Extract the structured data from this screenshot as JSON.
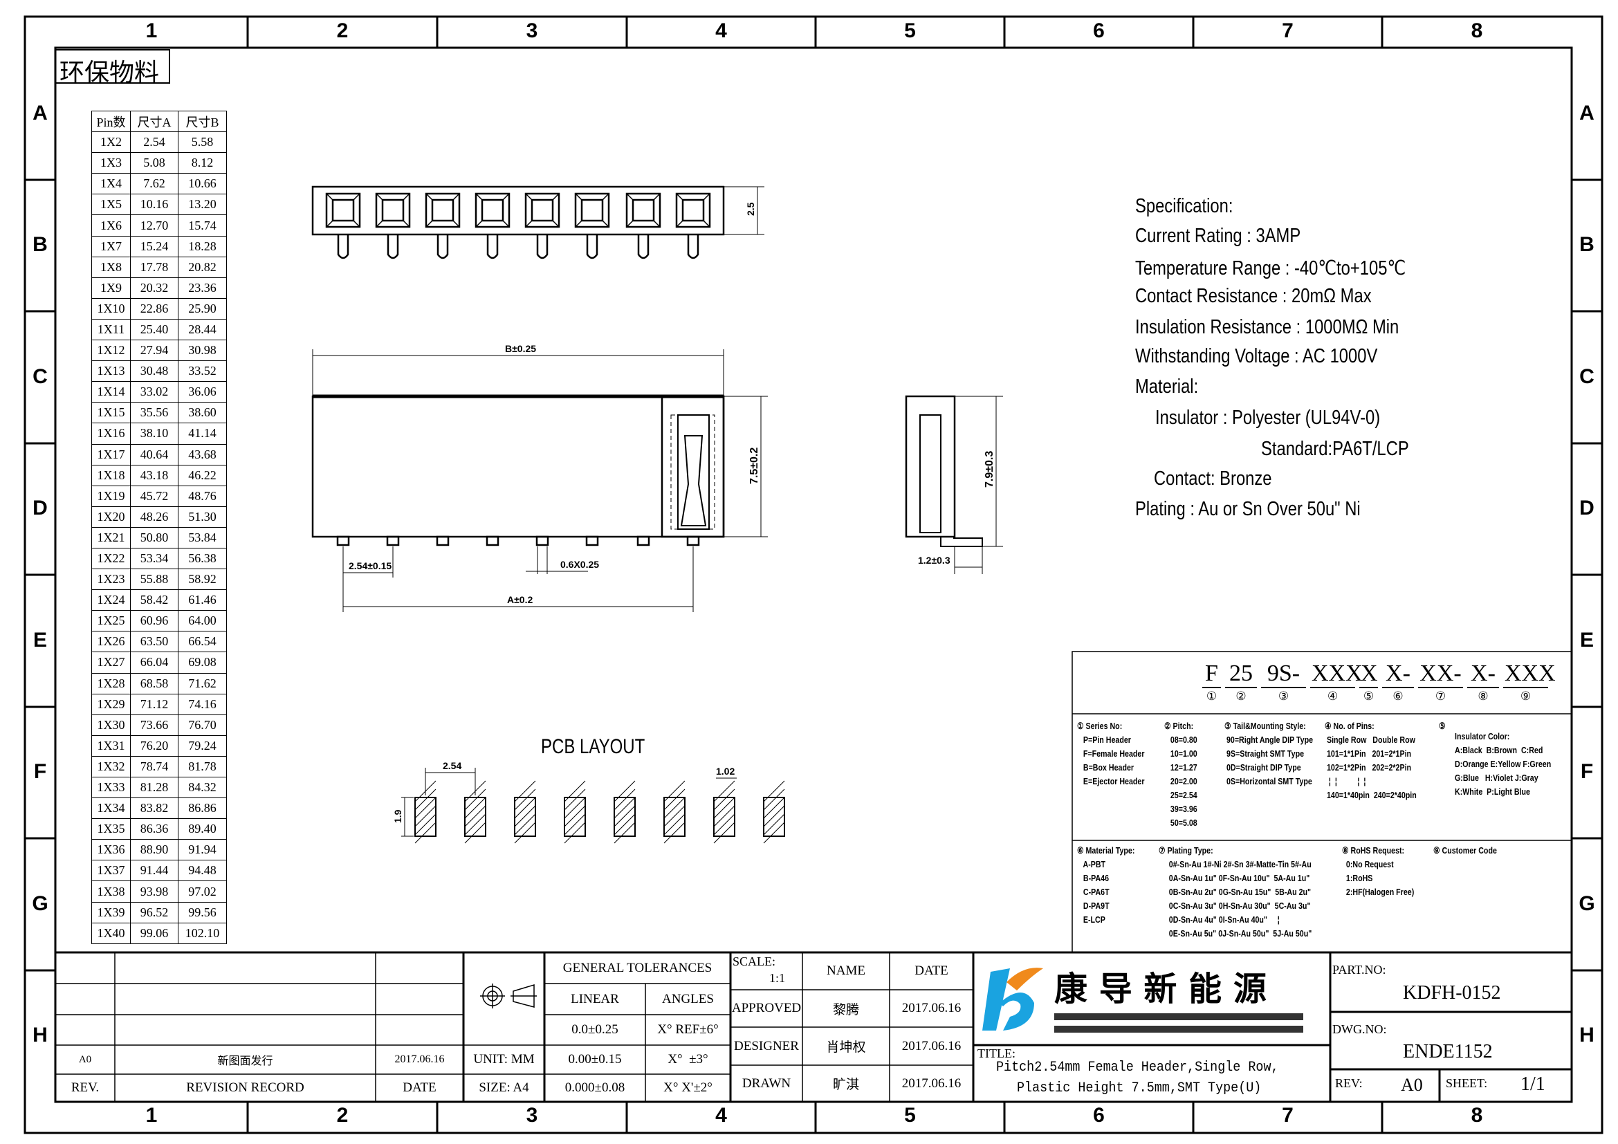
{
  "grid": {
    "columns": [
      "1",
      "2",
      "3",
      "4",
      "5",
      "6",
      "7",
      "8"
    ],
    "rows": [
      "A",
      "B",
      "C",
      "D",
      "E",
      "F",
      "G",
      "H"
    ]
  },
  "eco_label": "环保物料",
  "pin_table": {
    "headers": [
      "Pin数",
      "尺寸A",
      "尺寸B"
    ],
    "rows": [
      [
        "1X2",
        "2.54",
        "5.58"
      ],
      [
        "1X3",
        "5.08",
        "8.12"
      ],
      [
        "1X4",
        "7.62",
        "10.66"
      ],
      [
        "1X5",
        "10.16",
        "13.20"
      ],
      [
        "1X6",
        "12.70",
        "15.74"
      ],
      [
        "1X7",
        "15.24",
        "18.28"
      ],
      [
        "1X8",
        "17.78",
        "20.82"
      ],
      [
        "1X9",
        "20.32",
        "23.36"
      ],
      [
        "1X10",
        "22.86",
        "25.90"
      ],
      [
        "1X11",
        "25.40",
        "28.44"
      ],
      [
        "1X12",
        "27.94",
        "30.98"
      ],
      [
        "1X13",
        "30.48",
        "33.52"
      ],
      [
        "1X14",
        "33.02",
        "36.06"
      ],
      [
        "1X15",
        "35.56",
        "38.60"
      ],
      [
        "1X16",
        "38.10",
        "41.14"
      ],
      [
        "1X17",
        "40.64",
        "43.68"
      ],
      [
        "1X18",
        "43.18",
        "46.22"
      ],
      [
        "1X19",
        "45.72",
        "48.76"
      ],
      [
        "1X20",
        "48.26",
        "51.30"
      ],
      [
        "1X21",
        "50.80",
        "53.84"
      ],
      [
        "1X22",
        "53.34",
        "56.38"
      ],
      [
        "1X23",
        "55.88",
        "58.92"
      ],
      [
        "1X24",
        "58.42",
        "61.46"
      ],
      [
        "1X25",
        "60.96",
        "64.00"
      ],
      [
        "1X26",
        "63.50",
        "66.54"
      ],
      [
        "1X27",
        "66.04",
        "69.08"
      ],
      [
        "1X28",
        "68.58",
        "71.62"
      ],
      [
        "1X29",
        "71.12",
        "74.16"
      ],
      [
        "1X30",
        "73.66",
        "76.70"
      ],
      [
        "1X31",
        "76.20",
        "79.24"
      ],
      [
        "1X32",
        "78.74",
        "81.78"
      ],
      [
        "1X33",
        "81.28",
        "84.32"
      ],
      [
        "1X34",
        "83.82",
        "86.86"
      ],
      [
        "1X35",
        "86.36",
        "89.40"
      ],
      [
        "1X36",
        "88.90",
        "91.94"
      ],
      [
        "1X37",
        "91.44",
        "94.48"
      ],
      [
        "1X38",
        "93.98",
        "97.02"
      ],
      [
        "1X39",
        "96.52",
        "99.56"
      ],
      [
        "1X40",
        "99.06",
        "102.10"
      ]
    ]
  },
  "dims": {
    "top_height": "2.5",
    "b_len": "B±0.25",
    "height": "7.5±0.2",
    "pitch": "2.54±0.15",
    "pin_size": "0.6X0.25",
    "a_len": "A±0.2",
    "side_height": "7.9±0.3",
    "foot": "1.2±0.3",
    "pcb_pitch": "2.54",
    "pcb_width": "1.02",
    "pcb_len": "1.9"
  },
  "pcb_title": "PCB LAYOUT",
  "spec": {
    "title": "Specification:",
    "current": "Current Rating : 3AMP",
    "temp": "Temperature Range : -40℃to+105℃",
    "contact_res": "Contact Resistance : 20mΩ Max",
    "insul_res": "Insulation Resistance : 1000MΩ Min",
    "voltage": "Withstanding Voltage : AC 1000V",
    "material": "Material:",
    "insulator": "Insulator : Polyester (UL94V-0)",
    "standard": "Standard:PA6T/LCP",
    "contact": "Contact: Bronze",
    "plating": "Plating : Au or Sn Over 50u\" Ni"
  },
  "part_code": {
    "segments": [
      {
        "v": "F",
        "n": "①"
      },
      {
        "v": "25",
        "n": "②"
      },
      {
        "v": "9S-",
        "n": "③"
      },
      {
        "v": "XXX",
        "n": "④"
      },
      {
        "v": "X",
        "n": "⑤"
      },
      {
        "v": "X-",
        "n": "⑥"
      },
      {
        "v": "XX-",
        "n": "⑦"
      },
      {
        "v": "X-",
        "n": "⑧"
      },
      {
        "v": "XXX",
        "n": "⑨"
      }
    ],
    "series": "① Series No:\n   P=Pin Header\n   F=Female Header\n   B=Box Header\n   E=Ejector Header",
    "pitch": "② Pitch:\n   08=0.80\n   10=1.00\n   12=1.27\n   20=2.00\n   25=2.54\n   39=3.96\n   50=5.08",
    "tail": "③ Tail&Mounting Style:\n 90=Right Angle DIP Type\n 9S=Straight SMT Type\n 0D=Straight DIP Type\n 0S=Horizontal SMT Type",
    "pins": "④ No. of Pins:\n Single Row   Double Row\n 101=1*1Pin   201=2*1Pin\n 102=1*2Pin   202=2*2Pin\n  ¦  ¦          ¦  ¦\n 140=1*40pin  240=2*40pin",
    "color_num": "⑤",
    "color": "Insulator Color:\nA:Black  B:Brown  C:Red\nD:Orange E:Yellow F:Green\nG:Blue   H:Violet J:Gray\nK:White  P:Light Blue",
    "material": "⑥ Material Type:\n   A-PBT\n   B-PA46\n   C-PA6T\n   D-PA9T\n   E-LCP",
    "plating": "⑦ Plating Type:\n     0#-Sn-Au 1#-Ni 2#-Sn 3#-Matte-Tin 5#-Au\n     0A-Sn-Au 1u\" 0F-Sn-Au 10u\"  5A-Au 1u\"\n     0B-Sn-Au 2u\" 0G-Sn-Au 15u\"  5B-Au 2u\"\n     0C-Sn-Au 3u\" 0H-Sn-Au 30u\"  5C-Au 3u\"\n     0D-Sn-Au 4u\" 0I-Sn-Au 40u\"     ¦\n     0E-Sn-Au 5u\" 0J-Sn-Au 50u\"  5J-Au 50u\"",
    "rohs": "⑧ RoHS Request:\n  0:No Request\n  1:RoHS\n  2:HF(Halogen Free)",
    "customer": "⑨ Customer Code"
  },
  "title_block": {
    "revision": {
      "rev": "A0",
      "record": "新图面发行",
      "date": "2017.06.16",
      "h_rev": "REV.",
      "h_record": "REVISION RECORD",
      "h_date": "DATE"
    },
    "unit": "UNIT: MM",
    "size": "SIZE: A4",
    "tol_title": "GENERAL TOLERANCES",
    "linear": "LINEAR",
    "angles": "ANGLES",
    "lin": [
      "0.0±0.25",
      "0.00±0.15",
      "0.000±0.08"
    ],
    "ang": [
      "X° REF±6°",
      "X°  ±3°",
      "X° X'±2°"
    ],
    "scale_label": "SCALE:",
    "scale": "1:1",
    "name_h": "NAME",
    "date_h": "DATE",
    "roles": [
      {
        "role": "APPROVED",
        "name": "黎腾",
        "date": "2017.06.16"
      },
      {
        "role": "DESIGNER",
        "name": "肖坤权",
        "date": "2017.06.16"
      },
      {
        "role": "DRAWN",
        "name": "旷淇",
        "date": "2017.06.16"
      }
    ],
    "company": "康 导 新 能 源",
    "title_label": "TITLE:",
    "title1": "Pitch2.54mm Female Header,Single Row,",
    "title2": "Plastic Height 7.5mm,SMT Type(U)",
    "part_label": "PART.NO:",
    "part_no": "KDFH-0152",
    "dwg_label": "DWG.NO:",
    "dwg_no": "ENDE1152",
    "rev_label": "REV:",
    "rev": "A0",
    "sheet_label": "SHEET:",
    "sheet": "1/1"
  },
  "colors": {
    "logo_blue": "#1aa3e0",
    "logo_orange": "#f08a1c"
  }
}
